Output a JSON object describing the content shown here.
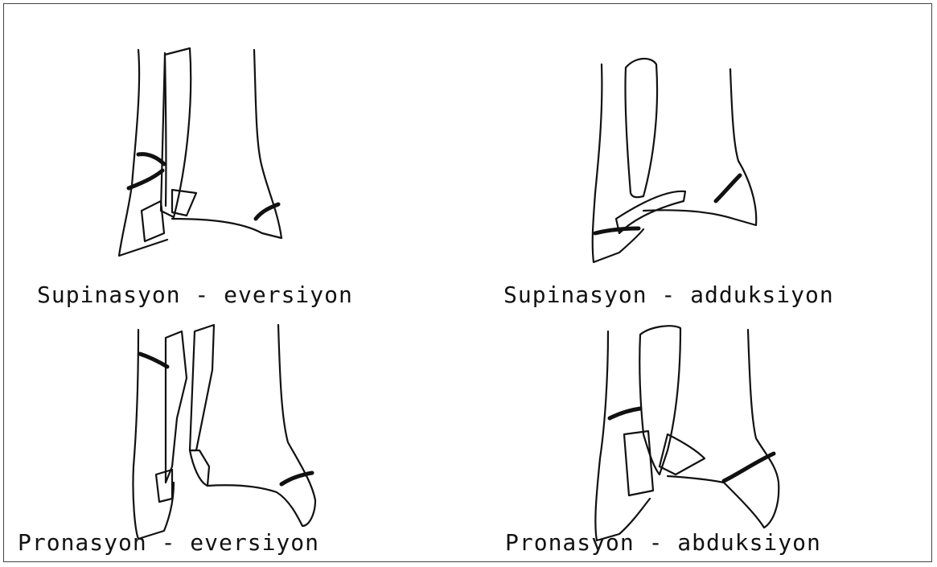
{
  "captions": {
    "top_left": "Supinasyon - eversiyon",
    "top_right": "Supinasyon - adduksiyon",
    "bottom_left": "Pronasyon - eversiyon",
    "bottom_right": "Pronasyon - abduksiyon"
  },
  "colors": {
    "ink": "#111111",
    "background": "#ffffff"
  }
}
